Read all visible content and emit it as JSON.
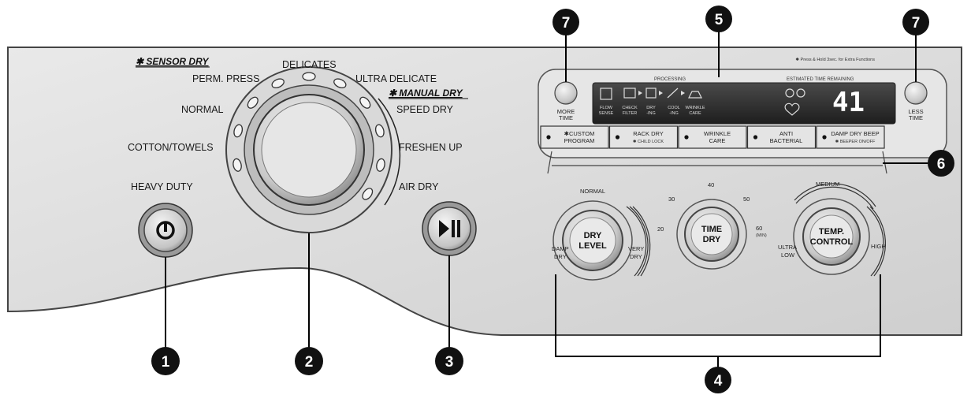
{
  "sensor_dry_label": "✱ SENSOR DRY",
  "manual_dry_label": "✱ MANUAL DRY",
  "cycles": {
    "perm_press": "PERM. PRESS",
    "delicates": "DELICATES",
    "ultra_delicate": "ULTRA DELICATE",
    "normal": "NORMAL",
    "cotton_towels": "COTTON/TOWELS",
    "heavy_duty": "HEAVY DUTY",
    "speed_dry": "SPEED DRY",
    "freshen_up": "FRESHEN UP",
    "air_dry": "AIR DRY"
  },
  "extra_functions_note": "✱ Press & Hold 3sec. for Extra Functions",
  "display": {
    "processing": "PROCESSING",
    "time_remaining": "ESTIMATED TIME REMAINING",
    "time_value": "41",
    "steps": [
      "FLOW SENSE",
      "CHECK FILTER",
      "DRY -ING",
      "COOL -ING",
      "WRINKLE CARE"
    ],
    "more_time": "MORE TIME",
    "less_time": "LESS TIME"
  },
  "options": [
    {
      "line1": "✱CUSTOM",
      "line2": "PROGRAM"
    },
    {
      "line1": "RACK DRY",
      "line2": "✱ CHILD LOCK"
    },
    {
      "line1": "WRINKLE",
      "line2": "CARE"
    },
    {
      "line1": "ANTI",
      "line2": "BACTERIAL"
    },
    {
      "line1": "DAMP DRY BEEP",
      "line2": "✱ BEEPER ON/OFF"
    }
  ],
  "knobs": {
    "dry_level": {
      "label1": "DRY",
      "label2": "LEVEL",
      "top": "NORMAL",
      "left1": "DAMP",
      "left2": "DRY",
      "right1": "VERY",
      "right2": "DRY"
    },
    "time_dry": {
      "label1": "TIME",
      "label2": "DRY",
      "t20": "20",
      "t30": "30",
      "t40": "40",
      "t50": "50",
      "t60": "60",
      "unit": "(MIN)"
    },
    "temp_control": {
      "label1": "TEMP.",
      "label2": "CONTROL",
      "top": "MEDIUM",
      "left1": "ULTRA",
      "left2": "LOW",
      "right": "HIGH"
    }
  },
  "callouts": [
    "1",
    "2",
    "3",
    "4",
    "5",
    "6",
    "7",
    "7"
  ]
}
